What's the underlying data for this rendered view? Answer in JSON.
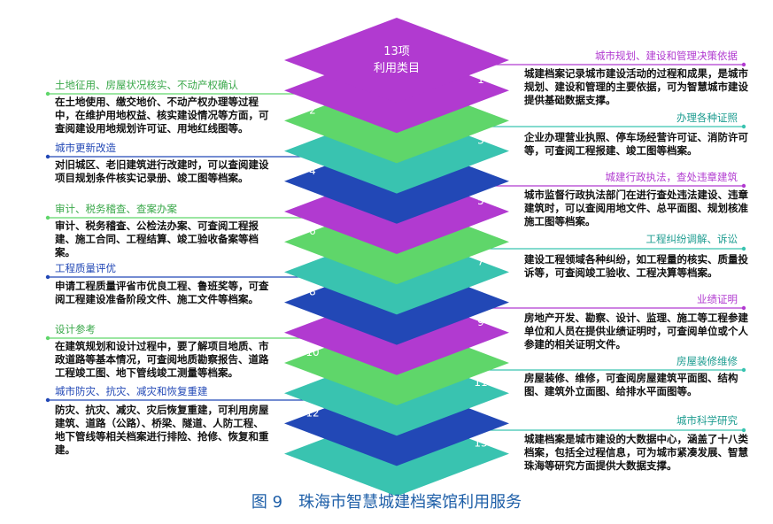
{
  "colors": {
    "purple": "#b13ad0",
    "green": "#5fd66a",
    "teal": "#39c3b0",
    "blue": "#2248b6",
    "purple_text": "#b13ad0",
    "green_text": "#3aa84a",
    "teal_text": "#1d9c90",
    "blue_text": "#2248b6"
  },
  "top": {
    "line1": "13项",
    "line2": "利用类目"
  },
  "items": [
    {
      "num": "1",
      "title": "城市规划、建设和管理决策依据",
      "desc": "城建档案记录城市建设活动的过程和成果，是城市规划、建设和管理的主要依据，可为智慧城市建设提供基础数据支撑。",
      "color": "purple",
      "side": "right"
    },
    {
      "num": "2",
      "title": "土地征用、房屋状况核实、不动产权确认",
      "desc": "在土地使用、缴交地价、不动产权办理等过程中，在维护用地权益、核实建设情况等方面，可查阅建设用地规划许可证、用地红线图等。",
      "color": "green",
      "side": "left"
    },
    {
      "num": "3",
      "title": "办理各种证照",
      "desc": "企业办理营业执照、停车场经营许可证、消防许可等，可查阅工程报建、竣工图等档案。",
      "color": "teal",
      "side": "right"
    },
    {
      "num": "4",
      "title": "城市更新改造",
      "desc": "对旧城区、老旧建筑进行改建时，可以查阅建设项目规划条件核实记录册、竣工图等档案。",
      "color": "blue",
      "side": "left"
    },
    {
      "num": "5",
      "title": "城建行政执法，查处违章建筑",
      "desc": "城市监督行政执法部门在进行查处违法建设、违章建筑时，可以查阅用地文件、总平面图、规划核准施工图等档案。",
      "color": "purple",
      "side": "right"
    },
    {
      "num": "6",
      "title": "审计、税务稽查、查案办案",
      "desc": "审计、税务稽查、公检法办案、可查阅工程报建、施工合同、工程结算、竣工验收备案等档案。",
      "color": "green",
      "side": "left"
    },
    {
      "num": "7",
      "title": "工程纠纷调解、诉讼",
      "desc": "建设工程领域各种纠纷，如工程量的核实、质量投诉等，可查阅竣工验收、工程决算等档案。",
      "color": "teal",
      "side": "right"
    },
    {
      "num": "8",
      "title": "工程质量评优",
      "desc": "申请工程质量评省市优良工程、鲁班奖等，可查阅工程建设准备阶段文件、施工文件等档案。",
      "color": "blue",
      "side": "left"
    },
    {
      "num": "9",
      "title": "业绩证明",
      "desc": "房地产开发、勘察、设计、监理、施工等工程参建单位和人员在提供业绩证明时，可查阅单位或个人参建的相关证明文件。",
      "color": "purple",
      "side": "right"
    },
    {
      "num": "10",
      "title": "设计参考",
      "desc": "在建筑规划和设计过程中，要了解项目地质、市政道路等基本情况，可查阅地质勘察报告、道路工程竣工图、地下管线竣工测量等档案。",
      "color": "green",
      "side": "left"
    },
    {
      "num": "11",
      "title": "房屋装修维修",
      "desc": "房屋装修、维修，可查阅房屋建筑平面图、结构图、建筑外立面图、给排水平面图等。",
      "color": "teal",
      "side": "right"
    },
    {
      "num": "12",
      "title": "城市防灾、抗灾、减灾和恢复重建",
      "desc": "防灾、抗灾、减灾、灾后恢复重建，可利用房屋建筑、道路（公路）、桥梁、隧道、人防工程、地下管线等相关档案进行排险、抢修、恢复和重建。",
      "color": "blue",
      "side": "left"
    },
    {
      "num": "13",
      "title": "城市科学研究",
      "desc": "城建档案是城市建设的大数据中心，涵盖了十八类档案，包括全过程信息，可为城市紧凑发展、智慧珠海等研究方面提供大数据支撑。",
      "color": "teal",
      "side": "right"
    }
  ],
  "caption": {
    "figure": "图 9",
    "text": "珠海市智慧城建档案馆利用服务"
  }
}
